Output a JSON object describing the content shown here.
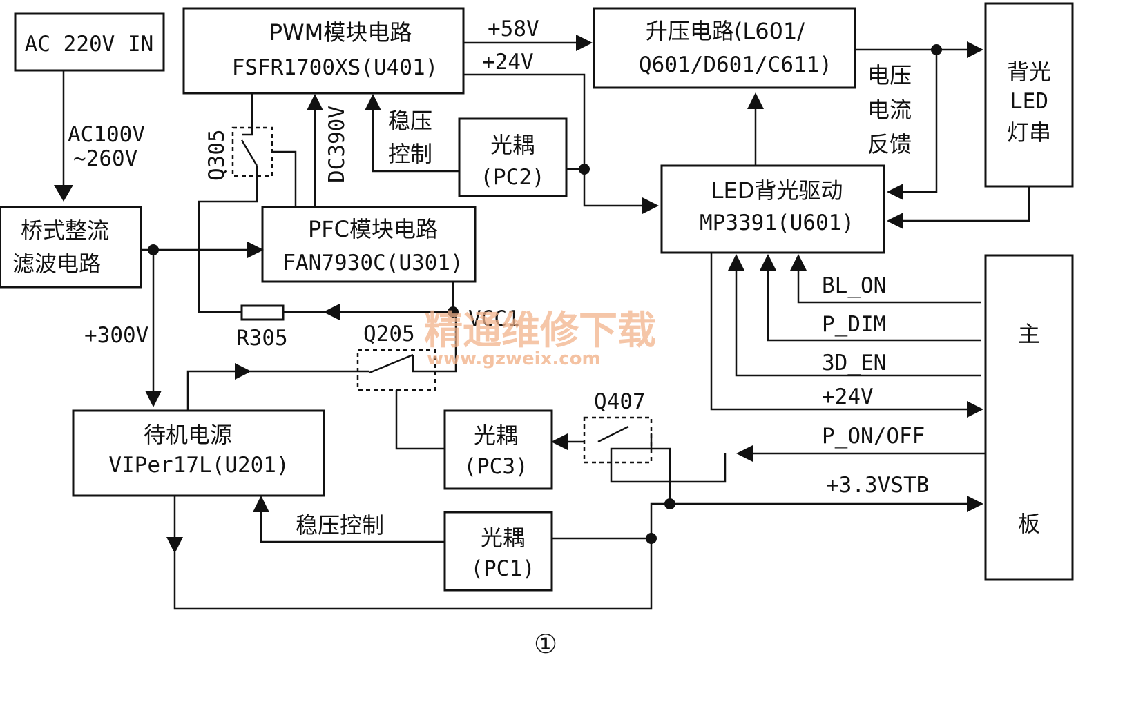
{
  "blocks": {
    "ac_in": "AC 220V IN",
    "rectifier": [
      "桥式整流",
      "滤波电路"
    ],
    "pwm": [
      "PWM模块电路",
      "FSFR1700XS(U401)"
    ],
    "boost": [
      "升压电路(L601/",
      "Q601/D601/C611)"
    ],
    "backlight_string": [
      "背光",
      "LED",
      "灯串"
    ],
    "pfc": [
      "PFC模块电路",
      "FAN7930C(U301)"
    ],
    "pc2": [
      "光耦",
      "(PC2)"
    ],
    "led_driver": [
      "LED背光驱动",
      "MP3391(U601)"
    ],
    "main_board": [
      "主",
      "板"
    ],
    "standby": [
      "待机电源",
      "VIPer17L(U201)"
    ],
    "pc3": [
      "光耦",
      "(PC3)"
    ],
    "pc1": [
      "光耦",
      "(PC1)"
    ]
  },
  "labels": {
    "ac_range": [
      "AC100V",
      "~260V"
    ],
    "v58": "+58V",
    "v24_top": "+24V",
    "regulation_pwm": [
      "稳压",
      "控制"
    ],
    "dc390": "DC390V",
    "q305": "Q305",
    "feedback": [
      "电压",
      "电流",
      "反馈"
    ],
    "v300": "+300V",
    "r305": "R305",
    "vcc1": "VCC1",
    "q205": "Q205",
    "bl_on": "BL_ON",
    "p_dim": "P_DIM",
    "en_3d": "3D_EN",
    "v24_main": "+24V",
    "q407": "Q407",
    "p_onoff": "P_ON/OFF",
    "v33stb": "+3.3VSTB",
    "regulation_standby": "稳压控制"
  },
  "watermark": {
    "cn": "精通维修下载",
    "url": "www.gzweix.com"
  },
  "figure_number": "①"
}
